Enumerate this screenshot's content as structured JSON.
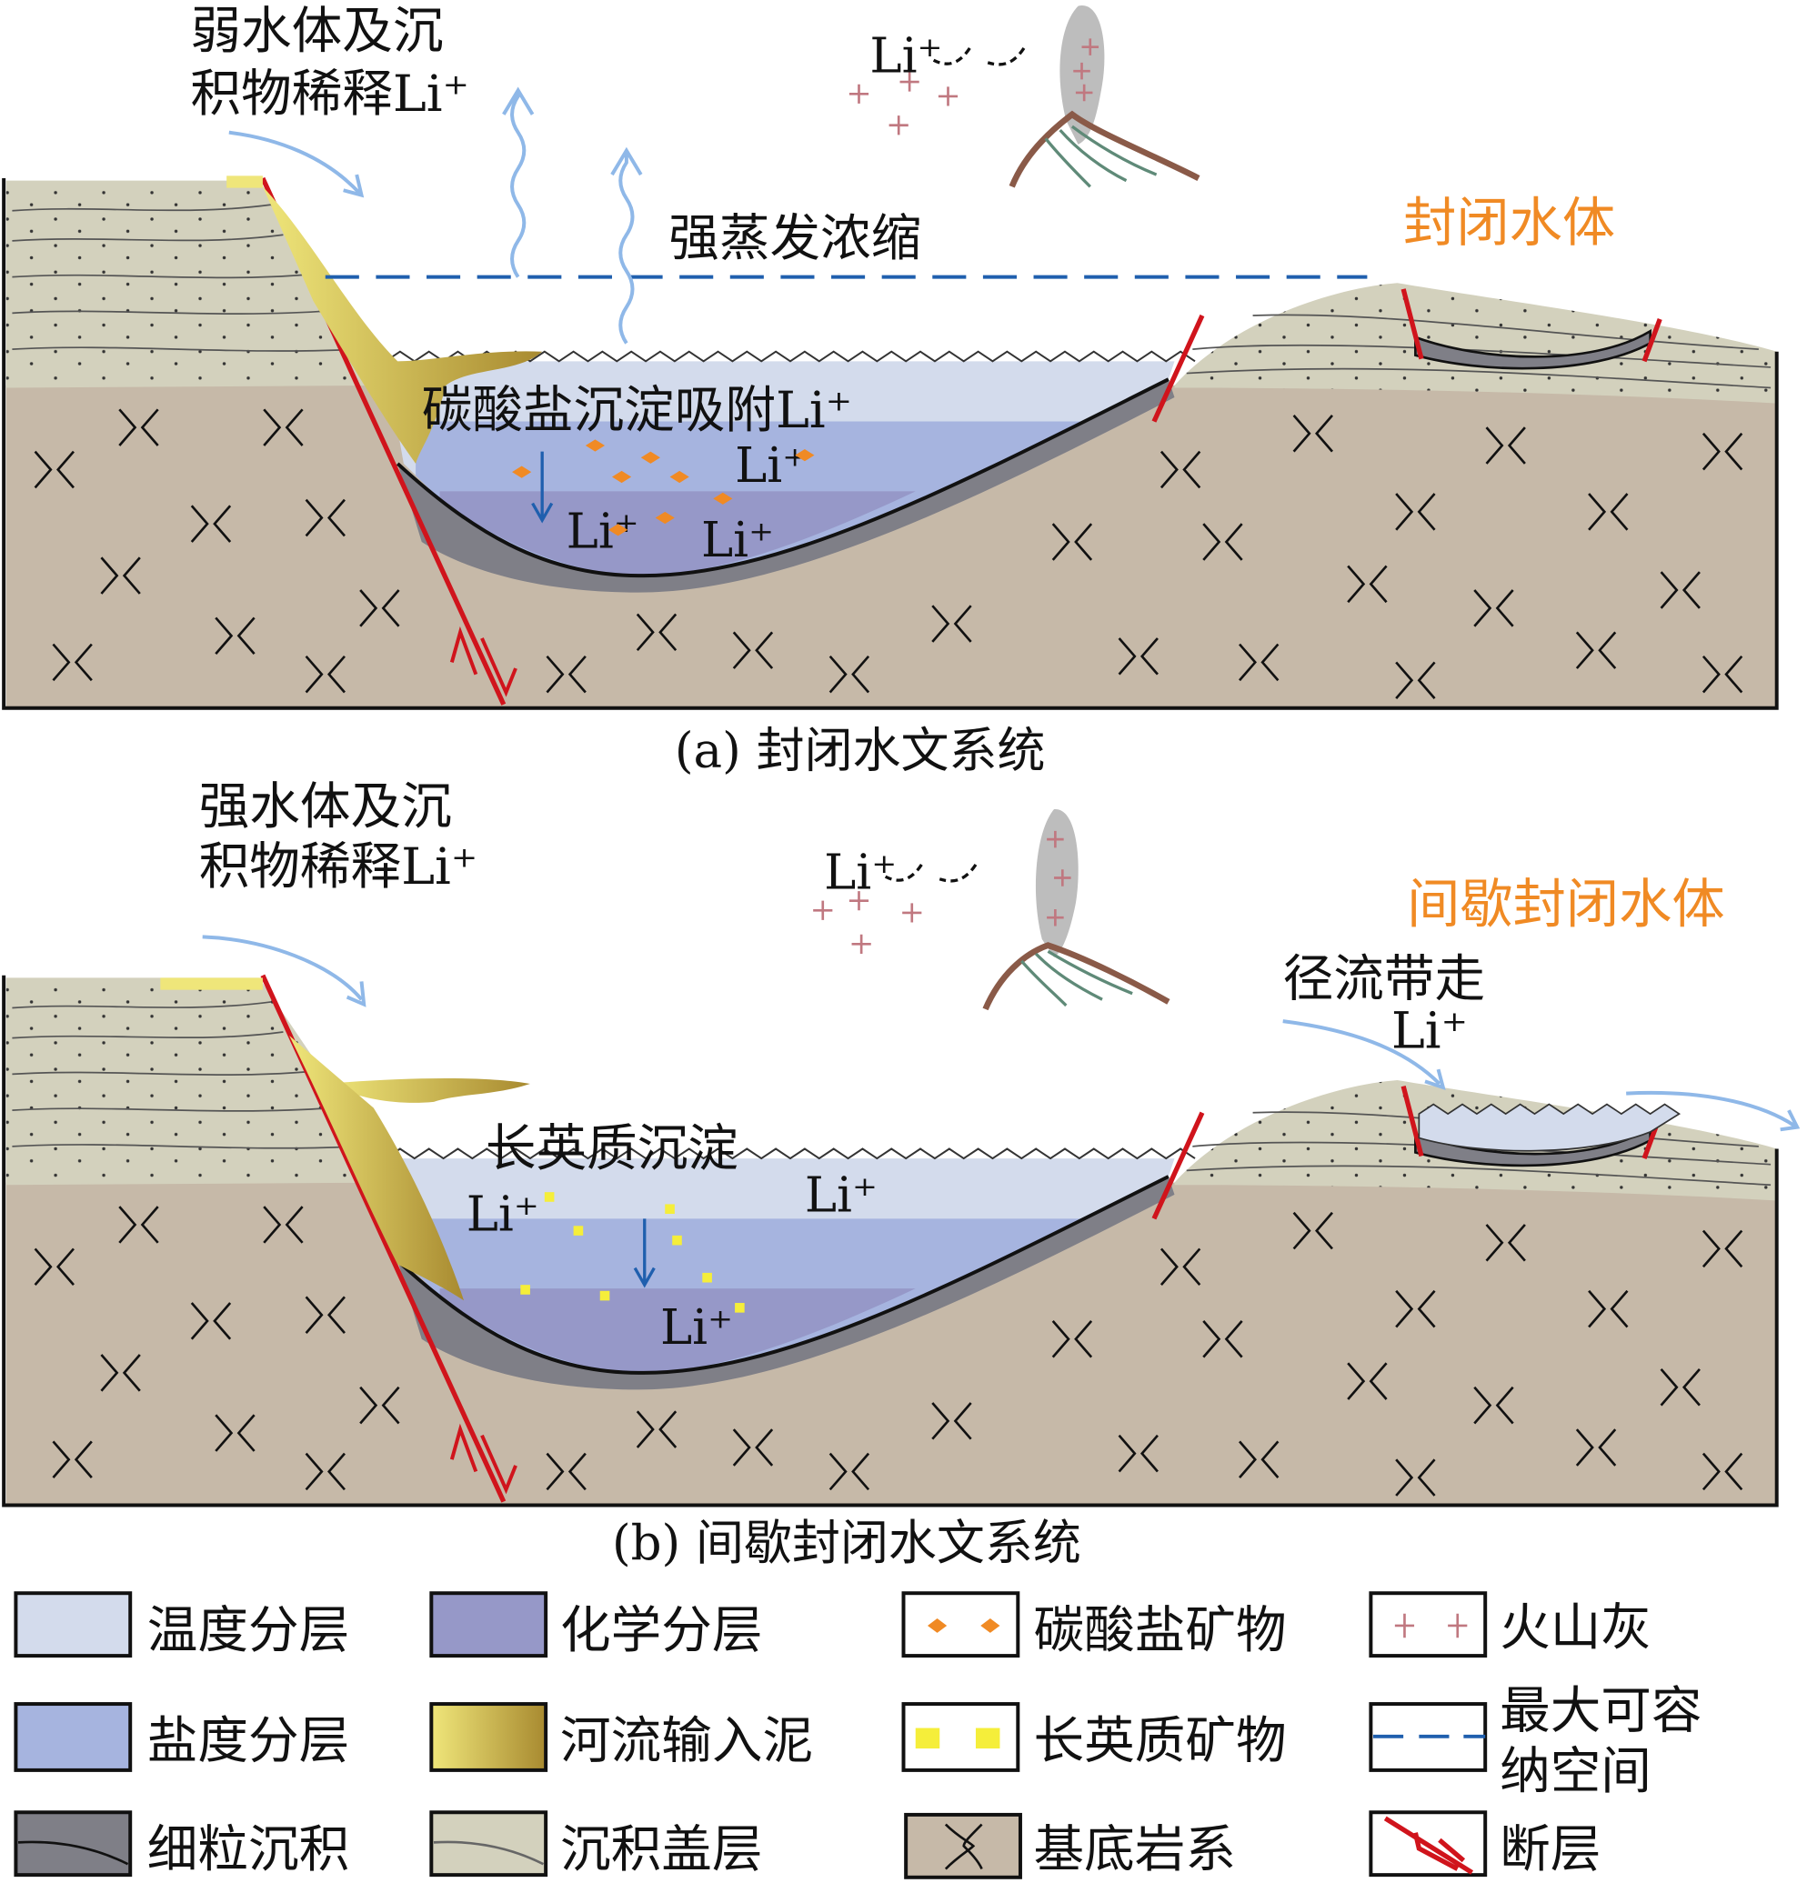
{
  "panel_a": {
    "dilute_label_1": "弱水体及沉",
    "dilute_label_2": "积物稀释Li⁺",
    "evap_label": "强蒸发浓缩",
    "closed_label": "封闭水体",
    "carbonate_label": "碳酸盐沉淀吸附Li⁺",
    "li_volcano": "Li⁺",
    "li_1": "Li⁺",
    "li_2": "Li⁺",
    "li_3": "Li⁺",
    "caption": "(a) 封闭水文系统"
  },
  "panel_b": {
    "dilute_label_1": "强水体及沉",
    "dilute_label_2": "积物稀释Li⁺",
    "closed_label": "间歇封闭水体",
    "runoff_label_1": "径流带走",
    "runoff_label_2": "Li⁺",
    "felsic_label": "长英质沉淀",
    "li_volcano": "Li⁺",
    "li_1": "Li⁺",
    "li_2": "Li⁺",
    "li_3": "Li⁺",
    "caption": "(b) 间歇封闭水文系统"
  },
  "legend": [
    {
      "label": "温度分层",
      "color": "#d3dbec"
    },
    {
      "label": "化学分层",
      "color": "#9698c8"
    },
    {
      "label": "碳酸盐矿物",
      "color": "#f08a24"
    },
    {
      "label": "火山灰",
      "color": "#c07880"
    },
    {
      "label": "盐度分层",
      "color": "#a6b4df"
    },
    {
      "label": "河流输入泥",
      "color": "#b89a3a"
    },
    {
      "label": "长英质矿物",
      "color": "#f5ee3a"
    },
    {
      "label": "最大可容纳空间",
      "label_1": "最大可容",
      "label_2": "纳空间",
      "color": "#1f5fae"
    },
    {
      "label": "细粒沉积",
      "color": "#7f7f87"
    },
    {
      "label": "沉积盖层",
      "color": "#d3d1bd"
    },
    {
      "label": "基底岩系",
      "color": "#c6b9a8"
    },
    {
      "label": "断层",
      "color": "#d0141c"
    }
  ]
}
